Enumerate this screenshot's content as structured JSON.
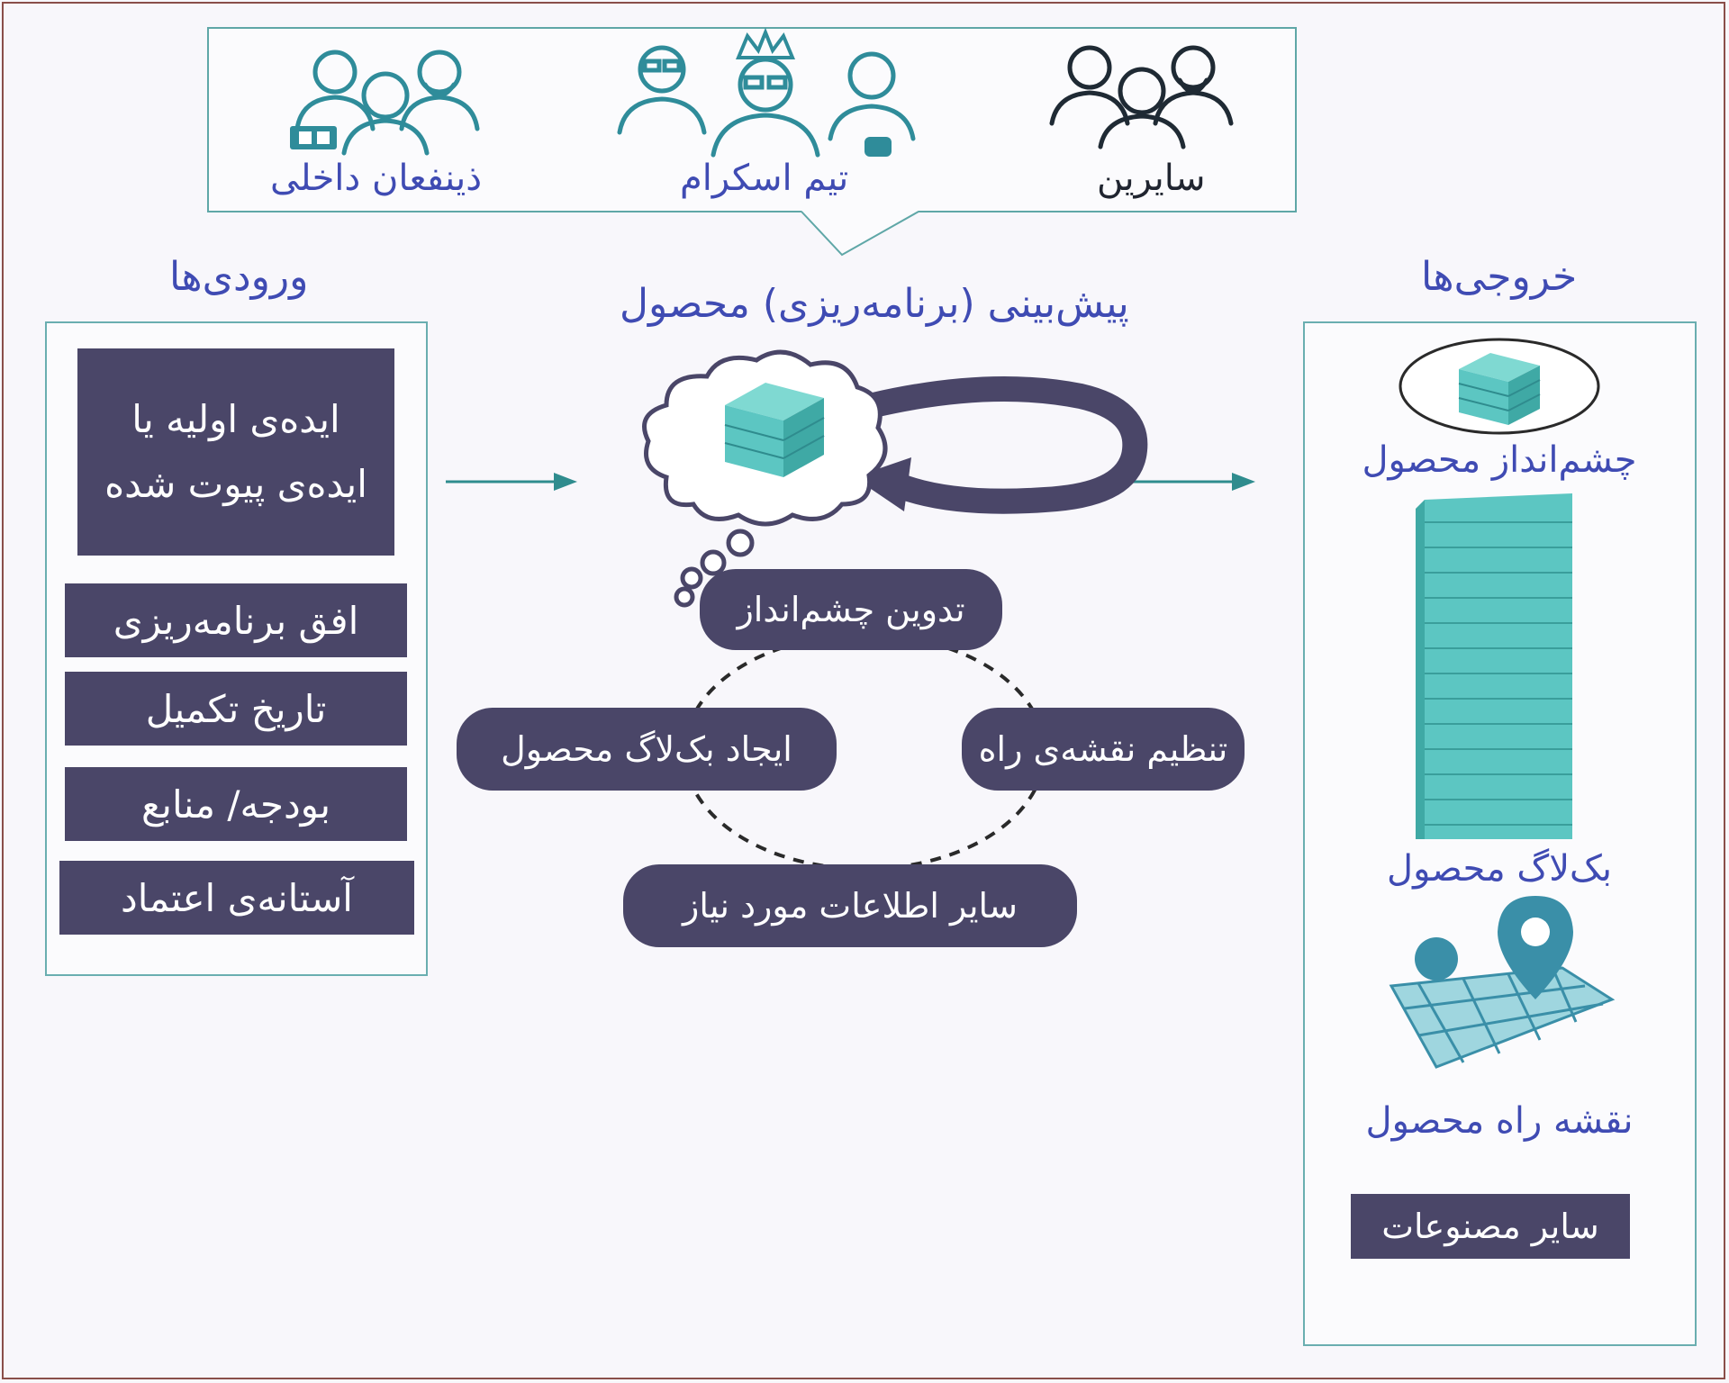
{
  "stakeholders": {
    "internal": "ذینفعان داخلی",
    "scrum_team": "تیم اسکرام",
    "others": "سایرین"
  },
  "inputs": {
    "title": "ورودی‌ها",
    "idea_line1": "ایده‌ی اولیه یا",
    "idea_line2": "ایده‌ی پیوت شده",
    "items": [
      "افق برنامه‌ریزی",
      "تاریخ تکمیل",
      "بودجه/ منابع",
      "آستانه‌ی اعتماد"
    ]
  },
  "center": {
    "title": "پیش‌بینی (برنامه‌ریزی) محصول",
    "steps": {
      "vision": "تدوین چشم‌انداز",
      "roadmap": "تنظیم نقشه‌ی راه",
      "backlog": "ایجاد بک‌لاگ محصول",
      "other_info": "سایر اطلاعات مورد نیاز"
    }
  },
  "outputs": {
    "title": "خروجی‌ها",
    "vision": "چشم‌انداز محصول",
    "backlog": "بک‌لاگ محصول",
    "roadmap": "نقشه راه محصول",
    "other_artifacts": "سایر مصنوعات"
  },
  "colors": {
    "dark_box": "#4a4668",
    "accent_blue": "#3f4bb3",
    "teal": "#5cc6c2",
    "teal_line": "#2f8c8e"
  },
  "icons": {
    "internal": "people-group-icon",
    "scrum_team": "scrum-team-icon",
    "others": "people-group-icon",
    "thought": "thought-cloud-icon",
    "loop": "loop-arrow-icon",
    "stack": "stack-icon",
    "roadmap": "map-pin-icon"
  }
}
